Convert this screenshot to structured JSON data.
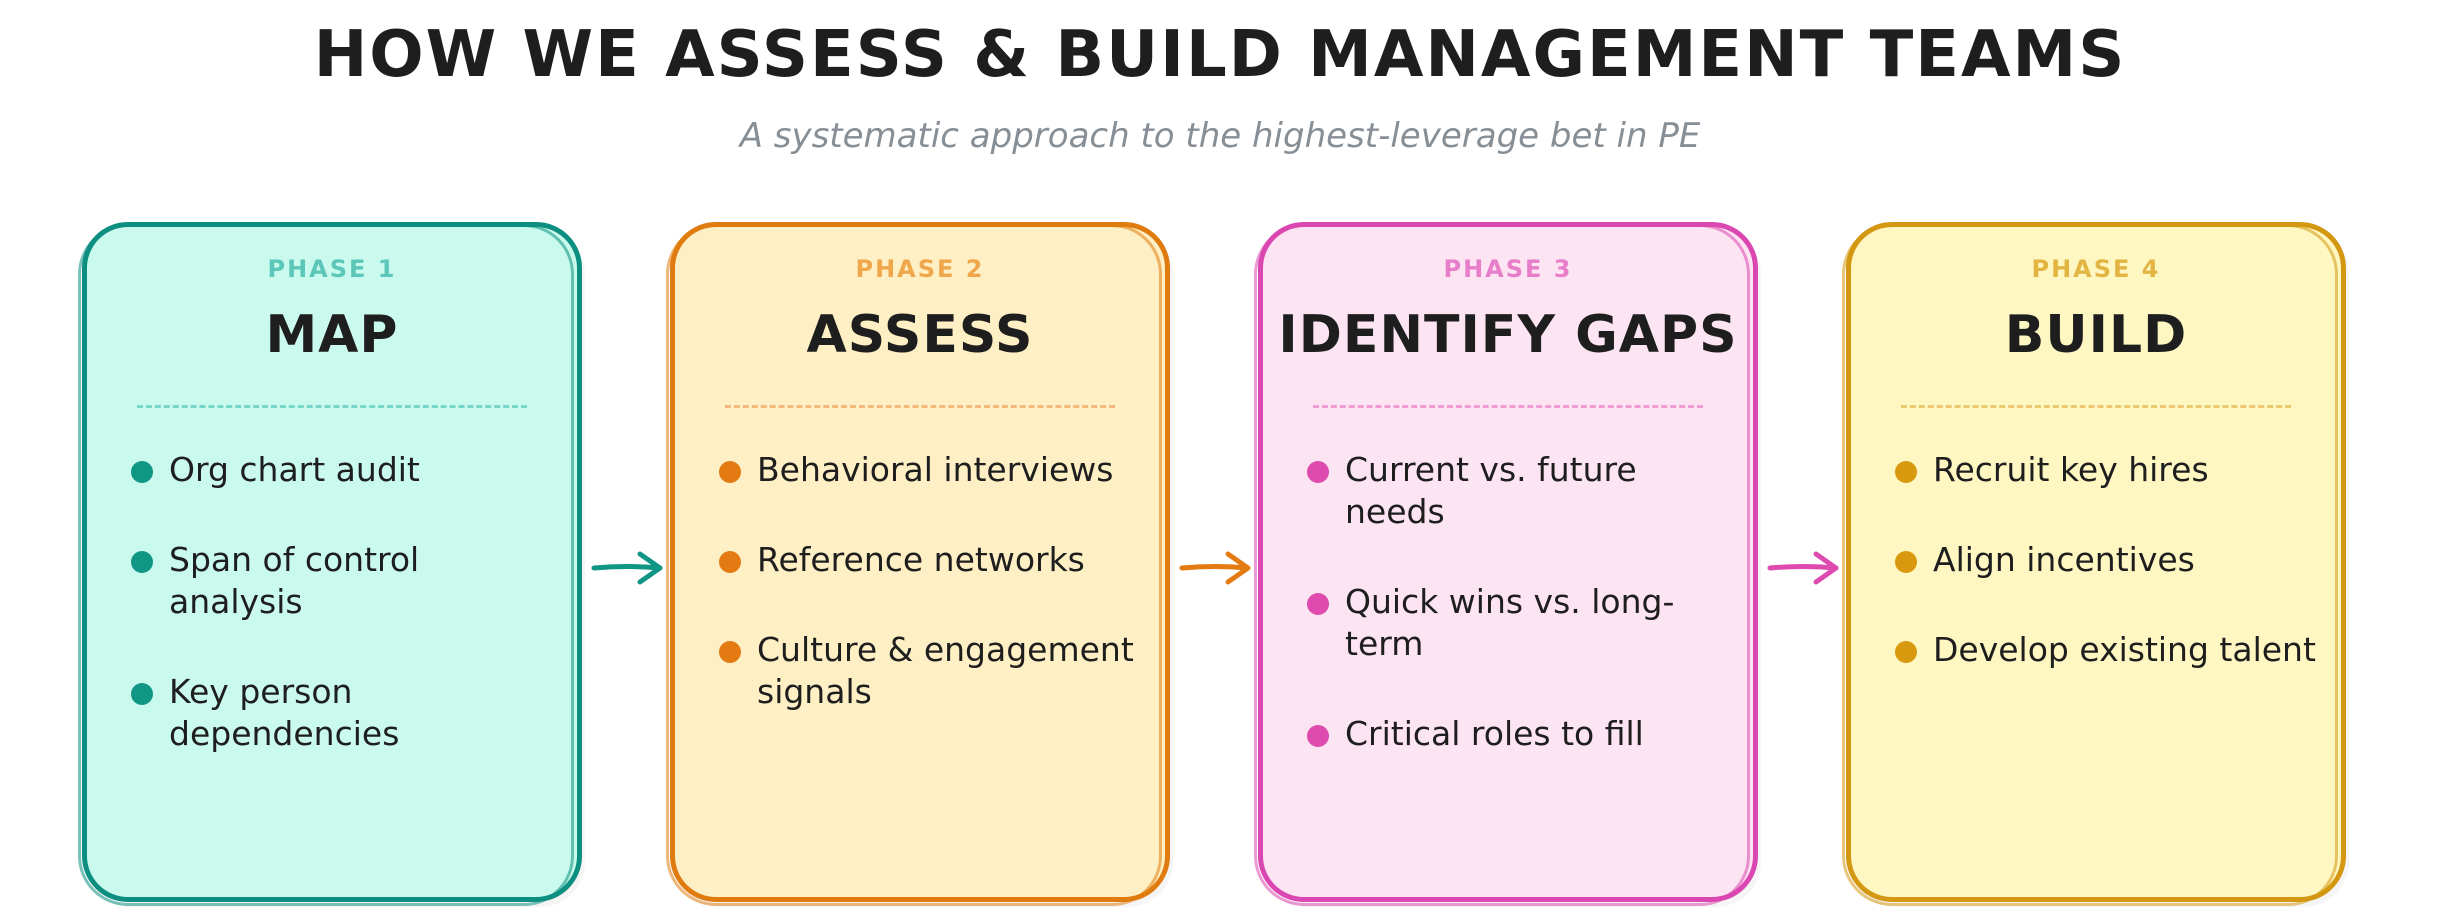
{
  "header": {
    "title": "HOW WE ASSESS & BUILD MANAGEMENT TEAMS",
    "subtitle": "A systematic approach to the highest-leverage bet in PE"
  },
  "phases": [
    {
      "phase_label": "PHASE 1",
      "title": "MAP",
      "bullets": [
        "Org chart audit",
        "Span of control analysis",
        "Key person dependencies"
      ],
      "border_color": "#0c8f80",
      "fill_color": "#c9faed",
      "label_color": "#5cc7b8",
      "dot_color": "#0f9684",
      "divider_color": "#76d6c9"
    },
    {
      "phase_label": "PHASE 2",
      "title": "ASSESS",
      "bullets": [
        "Behavioral interviews",
        "Reference networks",
        "Culture & engagement signals"
      ],
      "border_color": "#e07b0f",
      "fill_color": "#fef0c4",
      "label_color": "#f0a64a",
      "dot_color": "#e37a12",
      "divider_color": "#f3b97a"
    },
    {
      "phase_label": "PHASE 3",
      "title": "IDENTIFY GAPS",
      "bullets": [
        "Current vs. future needs",
        "Quick wins vs. long-term",
        "Critical roles to fill"
      ],
      "border_color": "#db47b1",
      "fill_color": "#fce4f2",
      "label_color": "#e87dc9",
      "dot_color": "#de4aae",
      "divider_color": "#f09bd4"
    },
    {
      "phase_label": "PHASE 4",
      "title": "BUILD",
      "bullets": [
        "Recruit key hires",
        "Align incentives",
        "Develop existing talent"
      ],
      "border_color": "#d49712",
      "fill_color": "#fff7c2",
      "label_color": "#e2b542",
      "dot_color": "#d8990f",
      "divider_color": "#ecc970"
    }
  ],
  "connectors": [
    {
      "from": 0,
      "to": 1,
      "color": "#0f9684"
    },
    {
      "from": 1,
      "to": 2,
      "color": "#e37a12"
    },
    {
      "from": 2,
      "to": 3,
      "color": "#de4aae"
    }
  ]
}
